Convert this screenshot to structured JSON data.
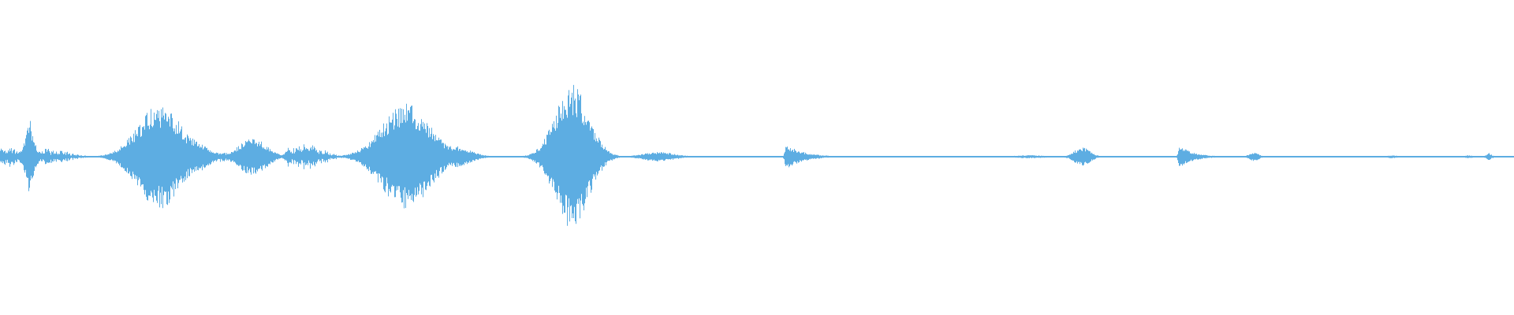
{
  "waveform": {
    "color": "#5dade2",
    "background": "#ffffff",
    "duration_units": 1920,
    "bursts": [
      {
        "center": 10,
        "amplitude": 0.05,
        "width": 14,
        "profile": "noisy"
      },
      {
        "center": 37,
        "amplitude": 0.28,
        "width": 6,
        "profile": "spike"
      },
      {
        "center": 55,
        "amplitude": 0.04,
        "width": 28,
        "profile": "noisy"
      },
      {
        "center": 155,
        "amplitude": 0.03,
        "width": 10,
        "profile": "noisy"
      },
      {
        "center": 202,
        "amplitude": 0.33,
        "width": 55,
        "profile": "blob"
      },
      {
        "center": 240,
        "amplitude": 0.12,
        "width": 40,
        "profile": "blob"
      },
      {
        "center": 290,
        "amplitude": 0.03,
        "width": 20,
        "profile": "noisy"
      },
      {
        "center": 320,
        "amplitude": 0.12,
        "width": 34,
        "profile": "blob"
      },
      {
        "center": 365,
        "amplitude": 0.07,
        "width": 4,
        "profile": "spike"
      },
      {
        "center": 390,
        "amplitude": 0.06,
        "width": 20,
        "profile": "noisy"
      },
      {
        "center": 515,
        "amplitude": 0.34,
        "width": 60,
        "profile": "blob"
      },
      {
        "center": 575,
        "amplitude": 0.07,
        "width": 40,
        "profile": "blob"
      },
      {
        "center": 725,
        "amplitude": 0.46,
        "width": 42,
        "profile": "blob"
      },
      {
        "center": 835,
        "amplitude": 0.03,
        "width": 40,
        "profile": "blob"
      },
      {
        "center": 997,
        "amplitude": 0.08,
        "width": 22,
        "profile": "decay"
      },
      {
        "center": 1305,
        "amplitude": 0.01,
        "width": 40,
        "profile": "blob"
      },
      {
        "center": 1372,
        "amplitude": 0.06,
        "width": 20,
        "profile": "blob"
      },
      {
        "center": 1496,
        "amplitude": 0.07,
        "width": 18,
        "profile": "decay"
      },
      {
        "center": 1590,
        "amplitude": 0.03,
        "width": 12,
        "profile": "blob"
      },
      {
        "center": 1765,
        "amplitude": 0.01,
        "width": 12,
        "profile": "blob"
      },
      {
        "center": 1862,
        "amplitude": 0.01,
        "width": 10,
        "profile": "blob"
      },
      {
        "center": 1888,
        "amplitude": 0.03,
        "width": 4,
        "profile": "spike"
      }
    ],
    "baseline_amplitude": 0.003
  }
}
